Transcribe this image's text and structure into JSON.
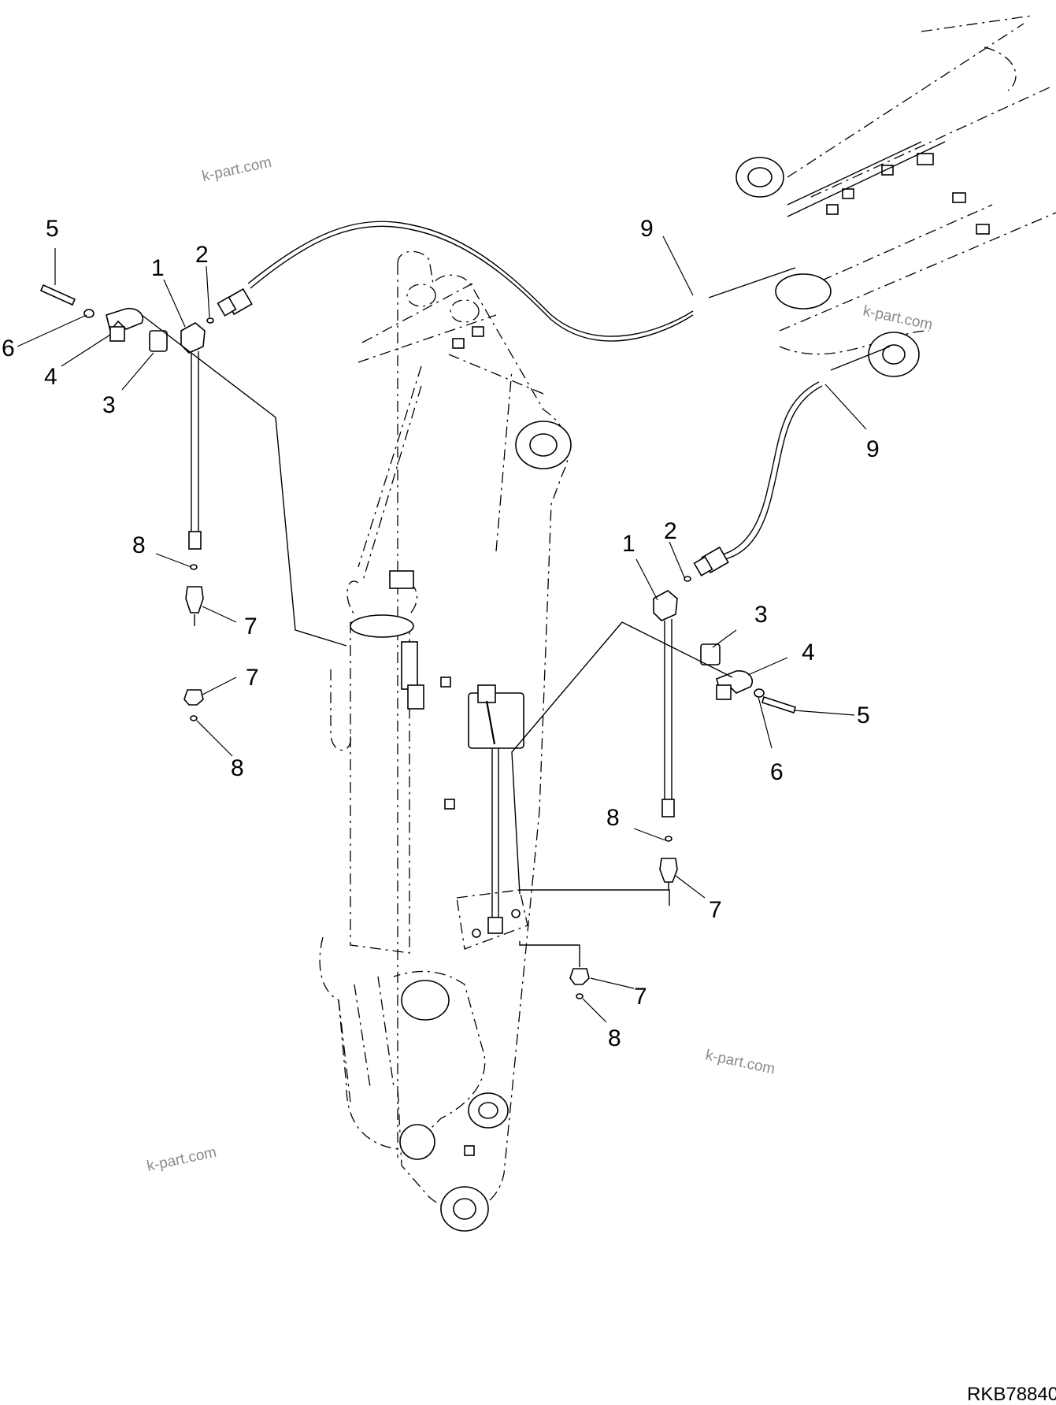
{
  "callouts": {
    "left_5": "5",
    "left_6": "6",
    "left_4": "4",
    "left_3": "3",
    "left_1": "1",
    "left_2": "2",
    "left_8_upper": "8",
    "left_7_upper": "7",
    "left_7_lower": "7",
    "left_8_lower": "8",
    "top_9": "9",
    "right_9": "9",
    "right_1": "1",
    "right_2": "2",
    "right_3": "3",
    "right_4": "4",
    "right_5": "5",
    "right_6": "6",
    "right_8_upper": "8",
    "right_7_upper": "7",
    "right_7_lower": "7",
    "right_8_lower": "8"
  },
  "watermarks": [
    "k-part.com",
    "k-part.com",
    "k-part.com",
    "k-part.com"
  ],
  "drawing_code": "RKB78840",
  "colors": {
    "line": "#000000",
    "background": "#ffffff",
    "watermark": "#8a8a8a"
  }
}
